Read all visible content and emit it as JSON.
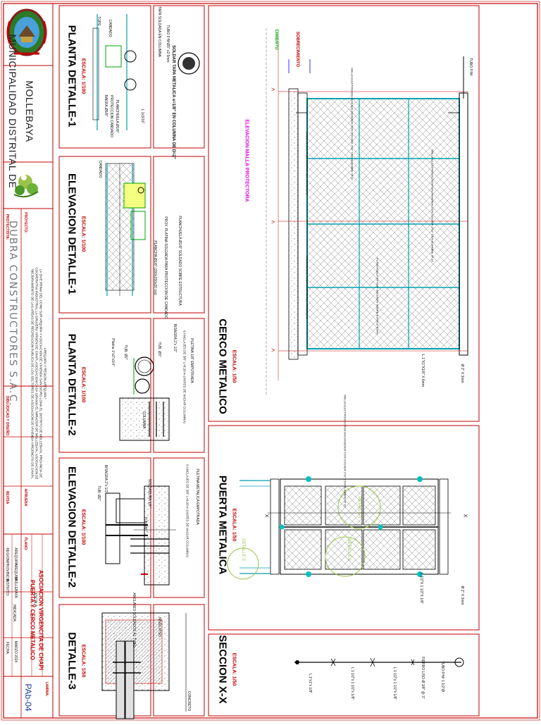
{
  "municipality": {
    "name_line1": "MUNICIPALIDAD DISTRITAL DE",
    "name_line2": "MOLLEBAYA"
  },
  "contractor": {
    "label": "PROYECTISTA:",
    "name": "DUBRA CONSTRUCTORES S.A.C."
  },
  "project": {
    "label": "PROYECTO:",
    "text_line1": "\"MEJORAMIENTO DE LAS AREAS DE RECREACION PUBLICA DE LOS SECTORES DE ASOCIACION DE VIVIENDA VIRGENCITA DE CHAPI,",
    "text_line2": "COOPERATIVA INDUSTRIAL LA GRUJERA VIRGEN DE CHAPI, ASOCIACION CASA GRANJA EL MIRADOR DE MOLLEBAYA, ASOCIACION DE",
    "text_line3": "LA SIVE PRIMA DEL CONO SUR ARQUIPA Y ASOCIACION DE VIVIENDA SAN ISIDRO LOMA EL DISTRITO DE MOLLEBAYA, PROVINCIA DE",
    "text_line4": "AREQUIPA Y REGION AREQUIPA\""
  },
  "title_block": {
    "disenio_label": "DIBUJO/CAD Y DISEÑO",
    "revisa_label": "REVISA",
    "aprueba_label": "APRUEBA",
    "plano_label": "PLANO:",
    "plano_title1": "PUERTA Y CERCO METALICO",
    "plano_title2": "ASOCIACION VIRGENCITA DE CHAPI",
    "region_label": "REGION:",
    "region": "AREQUIPA",
    "provincia_label": "PROVINCIA:",
    "provincia": "AREQUIPA",
    "distrito_label": "DISTRITO:",
    "distrito": "MOLLEBAYA",
    "escala_label": "ESCALA:",
    "escala": "INDICADA",
    "fecha_label": "FECHA:",
    "fecha": "MARZO 2024",
    "lamina_label": "LAMINA:",
    "lamina": "PAb-04"
  },
  "views": {
    "cerco": {
      "title": "CERCO METALICO",
      "scale": "ESCALA: 1/50",
      "elev_label": "ELEVACION MALLA PROTECTORA",
      "notes": {
        "tubo": "TUBO FºNº",
        "sobrecimiento": "SOBRECIMIENTO",
        "cimiento": "CIMIENTO",
        "malla": "MALLA ELECTROSOLDADA GALVANIZADA CON COCADA 2\"x2\" CON ALAMBRE Nº 10",
        "planchuela": "PLANCHUELA 3/4\"x1/8\" SOLDADO SOBRE ESTRUCTURA",
        "angulo": "L 1\"X1\"X1/8\" X 6mm",
        "tubo_note": "Ø 2\" X 3mm",
        "anclaje": "ANCLAJE DEL TUBO DENTRO DEL CONCRETO"
      }
    },
    "puerta": {
      "title": "PUERTA METALICA",
      "scale": "ESCALA: 1/50",
      "detalle1": "DETALLE-1",
      "detalle2": "DETALLE-2",
      "detalle3": "DETALLE-3",
      "notes": {
        "malla": "MALLA ELECTROSOLDADA GALVANIZADA CON COCADA 2\"x2\" CON ALAMBRE Nº 10",
        "tubo": "Ø 2\" X 3mm",
        "angulo": "L 1/2\"X 1 1/2\"X 1/8\"",
        "x": "X"
      }
    },
    "seccion": {
      "title": "SECCION X-X",
      "scale": "ESCALA: 1/50",
      "notes": {
        "tubo": "TUBO FºNº 1 1/2\"Ø",
        "fierro": "FIERRO LISO Ø 3/8\" @ 3\"",
        "l1": "L 1 1/2\"x 1 1/2\"x 1/8\"",
        "l2": "L 1 1/2\"x 1 1/2\"x 1/8\"",
        "l3": "L 1\"x1\"x 1/8\""
      }
    },
    "planta1": {
      "title": "PLANTA DETALLE-1",
      "scale": "ESCALA: 1/100",
      "notes": {
        "tope": "TOPE",
        "candado": "CANDADO",
        "barra": "BARRA Ø5/8\"",
        "proteccion": "PROTECCION CANDADO",
        "planchuela": "PLANCHUELA Ø1/8\"",
        "l": "L 1x3/16\"",
        "soldar": "SOLDAR TAPA METALICA e=1/8\" EN COLUMNA DE D=2\"",
        "tapa": "TAPA SOLDADA EN COLUMNA",
        "tubo": "TUBO FºNºØ3\" x2.5mm"
      }
    },
    "elev1": {
      "title": "ELEVACION DETALLE-1",
      "scale": "ESCALA: 1/100",
      "notes": {
        "candado": "CANDADO",
        "planchuela": "PLANCHUELA Ø1/8\" SOLDADO SOBRE ESTRUCTURA",
        "proy": "PROY. PLATINA SOLDADA PARA PROTECCION DE CANDADO",
        "plancha": "PLANCHA Ø1/8\" (200x150x20 cm)"
      }
    },
    "planta2": {
      "title": "PLANTA DETALLE-2",
      "scale": "ESCALA: 1/100",
      "notes": {
        "pletina": "PLETINA 1/8\" EMPOTRADA",
        "angulo": "6 ANCLAJES DE 3/8\" L=0.20 m (ANTES DE VACIAR COLUMNA)",
        "bisagra": "BISAGRA 2\"x 1/2\"",
        "tub1": "TUB. Ø2\"",
        "tub2": "TUB. Ø3\"",
        "pletina2": "Platina 1\"x2\"x1/4\"",
        "columna": "COLUMNA",
        "x": "1/4\""
      }
    },
    "elev2": {
      "title": "ELEVACION DETALLE-2",
      "scale": "ESCALA: 1/100",
      "notes": {
        "pletina": "PLETINA METALICA EMPOTRADA",
        "anc": "6 ANCLAJES DE 3/8\" L=0.20 m (ANTES DE VACIAR COLUMNA)",
        "soldadura": "SOLDADURA 1/8\"",
        "bisagra": "BISAGRA 2\"x 1/2\"",
        "tub1": "TUB. Ø2\"",
        "tub2": "TUB. Ø3\""
      }
    },
    "det3": {
      "title": "DETALLE-3",
      "scale": "ESCALA: 1/50",
      "notes": {
        "a": "ANCLAJES SOLDADOS AL TUBO",
        "b": "NIVEL PISO",
        "c": "CONCRETO"
      }
    }
  },
  "colors": {
    "ink": "#000000",
    "red": "#c00000",
    "magenta": "#e000e0",
    "cyan": "#00a0b0",
    "green": "#00c000",
    "blue": "#1a3a9c"
  }
}
